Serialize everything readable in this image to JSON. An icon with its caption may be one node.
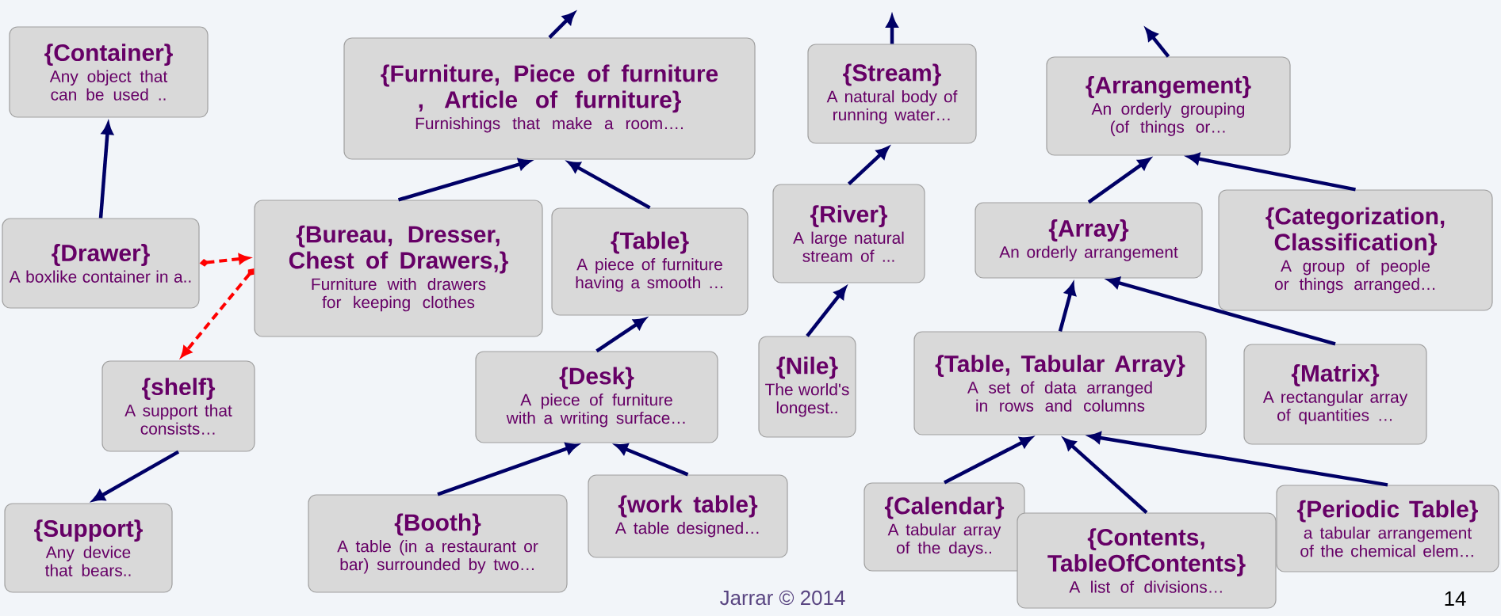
{
  "diagram": {
    "nodes": [
      {
        "text": [
          "{Container}",
          "Any object that can be used .."
        ]
      },
      {
        "text": [
          "{Furniture, Piece of furniture , Article of furniture}",
          "Furnishings that make a room…."
        ]
      },
      {
        "text": [
          "{Stream}",
          "A natural body of running water…"
        ]
      },
      {
        "text": [
          "{Arrangement}",
          "An orderly grouping (of things or…"
        ]
      },
      {
        "text": [
          "{Drawer}",
          "A boxlike container in a.."
        ]
      },
      {
        "text": [
          "{Bureau, Dresser, Chest of Drawers,}",
          "Furniture with drawers for keeping clothes"
        ]
      },
      {
        "text": [
          "{Table}",
          "A piece of furniture having a smooth …"
        ]
      },
      {
        "text": [
          "{River}",
          "A large natural stream of ..."
        ]
      },
      {
        "text": [
          "{Array}",
          "An orderly arrangement"
        ]
      },
      {
        "text": [
          "{Categorization, Classification}",
          "A group of people or things arranged…"
        ]
      },
      {
        "text": [
          "{shelf}",
          "A support that consists…"
        ]
      },
      {
        "text": [
          "{Desk}",
          "A piece of furniture with a writing surface…"
        ]
      },
      {
        "text": [
          "{Nile}",
          "The world's longest.."
        ]
      },
      {
        "text": [
          "{Table, Tabular Array}",
          "A set of data arranged in rows and columns"
        ]
      },
      {
        "text": [
          "{Matrix}",
          "A rectangular array of quantities …"
        ]
      },
      {
        "text": [
          "{Support}",
          "Any device that bears.."
        ]
      },
      {
        "text": [
          "{Booth}",
          "A table (in a restaurant or bar) surrounded by two…"
        ]
      },
      {
        "text": [
          "{work table}",
          "A table designed…"
        ]
      },
      {
        "text": [
          "{Calendar}",
          "A tabular array of the days.."
        ]
      },
      {
        "text": [
          "{Contents, TableOfContents}",
          "A list of divisions…"
        ]
      },
      {
        "text": [
          "{Periodic Table}",
          "a tabular arrangement of the chemical elem…"
        ]
      }
    ],
    "edges": [
      {
        "from": 1,
        "to": null,
        "arrow": "to"
      },
      {
        "from": 2,
        "to": null,
        "arrow": "to"
      },
      {
        "from": 3,
        "to": null,
        "arrow": "to"
      },
      {
        "from": 4,
        "to": 0,
        "arrow": "to"
      },
      {
        "from": 5,
        "to": 1,
        "arrow": "to"
      },
      {
        "from": 6,
        "to": 1,
        "arrow": "to"
      },
      {
        "from": 7,
        "to": 2,
        "arrow": "to"
      },
      {
        "from": 8,
        "to": 3,
        "arrow": "to"
      },
      {
        "from": 9,
        "to": 3,
        "arrow": "to"
      },
      {
        "from": 4,
        "to": 5,
        "arrow": "to",
        "style": "dashed",
        "color": "#ff0000"
      },
      {
        "from": 5,
        "to": 10,
        "arrow": "to",
        "style": "dashed",
        "color": "#ff0000"
      },
      {
        "from": 11,
        "to": 6,
        "arrow": "to"
      },
      {
        "from": 12,
        "to": 7,
        "arrow": "to"
      },
      {
        "from": 13,
        "to": 8,
        "arrow": "to"
      },
      {
        "from": 14,
        "to": 8,
        "arrow": "to"
      },
      {
        "from": 10,
        "to": 15,
        "arrow": "to"
      },
      {
        "from": 16,
        "to": 11,
        "arrow": "to"
      },
      {
        "from": 17,
        "to": 11,
        "arrow": "to"
      },
      {
        "from": 18,
        "to": 13,
        "arrow": "to"
      },
      {
        "from": 19,
        "to": 13,
        "arrow": "to"
      },
      {
        "from": 20,
        "to": 13,
        "arrow": "to"
      }
    ],
    "labels": [
      "Jarrar © 2014",
      "14"
    ]
  }
}
